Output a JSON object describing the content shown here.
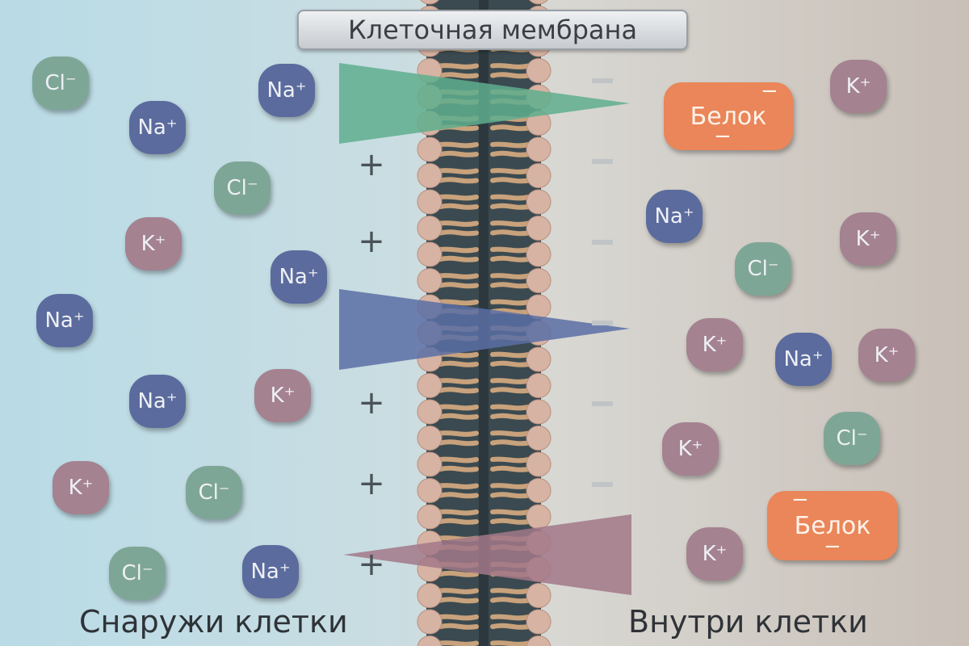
{
  "title": "Клеточная мембрана",
  "outside_label": "Снаружи клетки",
  "inside_label": "Внутри клетки",
  "colors": {
    "Cl": "#7ea696",
    "Na": "#5b6b9e",
    "K": "#a48290",
    "protein": "#ea8659",
    "gradient_green": "#5fae8e",
    "gradient_blue": "#5a6fa6",
    "gradient_pink": "#a27888"
  },
  "charges": {
    "plus": "+",
    "minus": "−"
  },
  "ions": [
    {
      "type": "Cl",
      "label": "Cl⁻"
    },
    {
      "type": "Na",
      "label": "Na⁺"
    },
    {
      "type": "Na",
      "label": "Na⁺"
    },
    {
      "type": "Cl",
      "label": "Cl⁻"
    },
    {
      "type": "K",
      "label": "K⁺"
    },
    {
      "type": "Na",
      "label": "Na⁺"
    },
    {
      "type": "Na",
      "label": "Na⁺"
    },
    {
      "type": "Na",
      "label": "Na⁺"
    },
    {
      "type": "K",
      "label": "K⁺"
    },
    {
      "type": "K",
      "label": "K⁺"
    },
    {
      "type": "Cl",
      "label": "Cl⁻"
    },
    {
      "type": "Cl",
      "label": "Cl⁻"
    },
    {
      "type": "Na",
      "label": "Na⁺"
    },
    {
      "type": "K",
      "label": "K⁺"
    },
    {
      "type": "Na",
      "label": "Na⁺"
    },
    {
      "type": "K",
      "label": "K⁺"
    },
    {
      "type": "Cl",
      "label": "Cl⁻"
    },
    {
      "type": "K",
      "label": "K⁺"
    },
    {
      "type": "Na",
      "label": "Na⁺"
    },
    {
      "type": "K",
      "label": "K⁺"
    },
    {
      "type": "Cl",
      "label": "Cl⁻"
    },
    {
      "type": "K",
      "label": "K⁺"
    },
    {
      "type": "K",
      "label": "K⁺"
    }
  ],
  "proteins": [
    {
      "label": "Белок",
      "charge": "−"
    },
    {
      "label": "Белок",
      "charge": "−"
    }
  ]
}
